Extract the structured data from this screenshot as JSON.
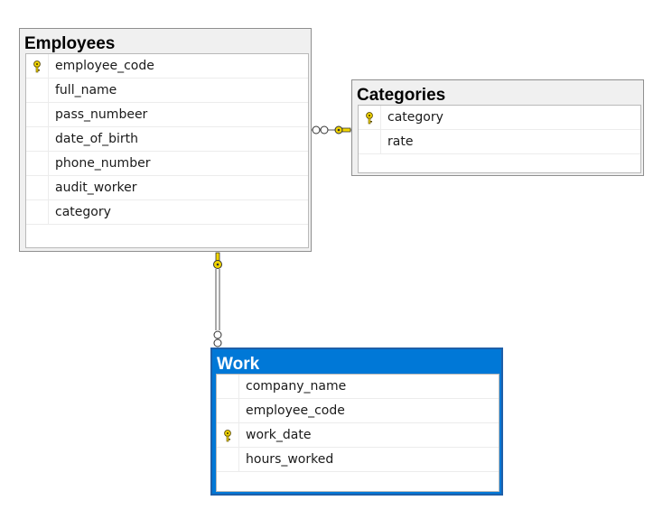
{
  "tables": {
    "employees": {
      "title": "Employees",
      "columns": [
        {
          "name": "employee_code",
          "key": true
        },
        {
          "name": "full_name",
          "key": false
        },
        {
          "name": "pass_numbeer",
          "key": false
        },
        {
          "name": "date_of_birth",
          "key": false
        },
        {
          "name": "phone_number",
          "key": false
        },
        {
          "name": "audit_worker",
          "key": false
        },
        {
          "name": "category",
          "key": false
        }
      ]
    },
    "categories": {
      "title": "Categories",
      "columns": [
        {
          "name": "category",
          "key": true
        },
        {
          "name": "rate",
          "key": false
        }
      ]
    },
    "work": {
      "title": "Work",
      "selected": true,
      "columns": [
        {
          "name": "company_name",
          "key": false
        },
        {
          "name": "employee_code",
          "key": false
        },
        {
          "name": "work_date",
          "key": true
        },
        {
          "name": "hours_worked",
          "key": false
        }
      ]
    }
  },
  "relationships": [
    {
      "from": "employees",
      "to": "categories",
      "many_end": "employees",
      "one_end": "categories"
    },
    {
      "from": "work",
      "to": "employees",
      "many_end": "work",
      "one_end": "employees"
    }
  ],
  "colors": {
    "selected_header": "#0078d7",
    "key_icon": "#f2d600",
    "table_header": "#f0f0f0"
  }
}
